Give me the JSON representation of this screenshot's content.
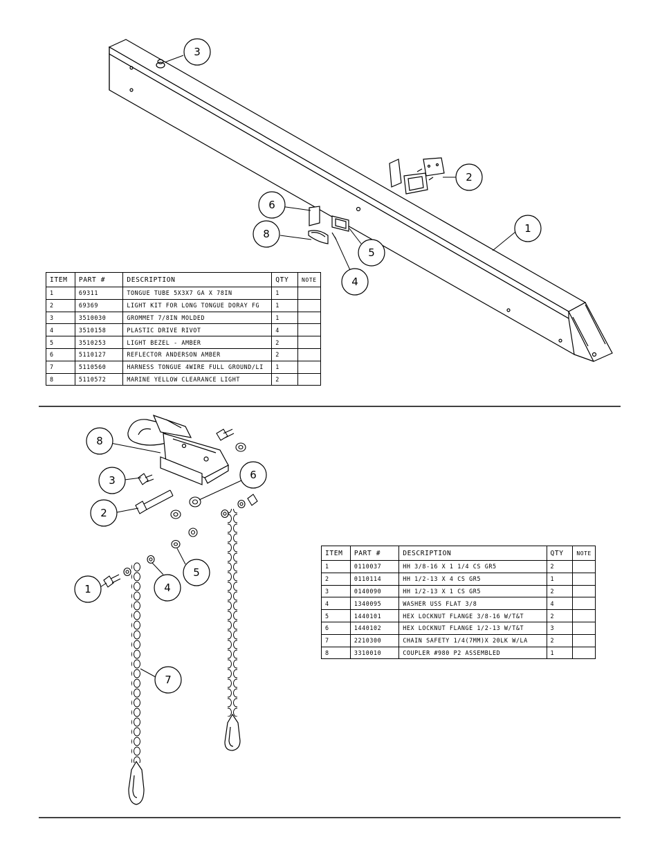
{
  "top_assembly": {
    "balloons": [
      "1",
      "2",
      "3",
      "4",
      "5",
      "6",
      "8"
    ],
    "table": {
      "headers": [
        "ITEM",
        "PART #",
        "DESCRIPTION",
        "QTY",
        "NOTE"
      ],
      "rows": [
        [
          "1",
          "69311",
          "TONGUE TUBE 5X3X7 GA X 78IN",
          "1",
          ""
        ],
        [
          "2",
          "69369",
          "LIGHT KIT FOR LONG TONGUE DORAY FG",
          "1",
          ""
        ],
        [
          "3",
          "3510030",
          "GROMMET 7/8IN MOLDED",
          "1",
          ""
        ],
        [
          "4",
          "3510158",
          "PLASTIC DRIVE RIVOT",
          "4",
          ""
        ],
        [
          "5",
          "3510253",
          "LIGHT BEZEL - AMBER",
          "2",
          ""
        ],
        [
          "6",
          "5110127",
          "REFLECTOR ANDERSON AMBER",
          "2",
          ""
        ],
        [
          "7",
          "5110560",
          "HARNESS TONGUE 4WIRE FULL GROUND/LI",
          "1",
          ""
        ],
        [
          "8",
          "5110572",
          "MARINE YELLOW CLEARANCE LIGHT",
          "2",
          ""
        ]
      ]
    }
  },
  "bottom_assembly": {
    "balloons": [
      "1",
      "2",
      "3",
      "4",
      "5",
      "6",
      "7",
      "8"
    ],
    "table": {
      "headers": [
        "ITEM",
        "PART #",
        "DESCRIPTION",
        "QTY",
        "NOTE"
      ],
      "rows": [
        [
          "1",
          "0110037",
          "HH 3/8-16 X 1 1/4 CS GR5",
          "2",
          ""
        ],
        [
          "2",
          "0110114",
          "HH 1/2-13 X 4 CS GR5",
          "1",
          ""
        ],
        [
          "3",
          "0140090",
          "HH 1/2-13 X 1 CS GR5",
          "2",
          ""
        ],
        [
          "4",
          "1340095",
          "WASHER USS FLAT 3/8",
          "4",
          ""
        ],
        [
          "5",
          "1440101",
          "HEX LOCKNUT FLANGE 3/8-16 W/T&T",
          "2",
          ""
        ],
        [
          "6",
          "1440102",
          "HEX LOCKNUT FLANGE 1/2-13 W/T&T",
          "3",
          ""
        ],
        [
          "7",
          "2210300",
          "CHAIN SAFETY 1/4(7MM)X 20LK W/LA",
          "2",
          ""
        ],
        [
          "8",
          "3310010",
          "COUPLER #980 P2 ASSEMBLED",
          "1",
          ""
        ]
      ]
    }
  }
}
